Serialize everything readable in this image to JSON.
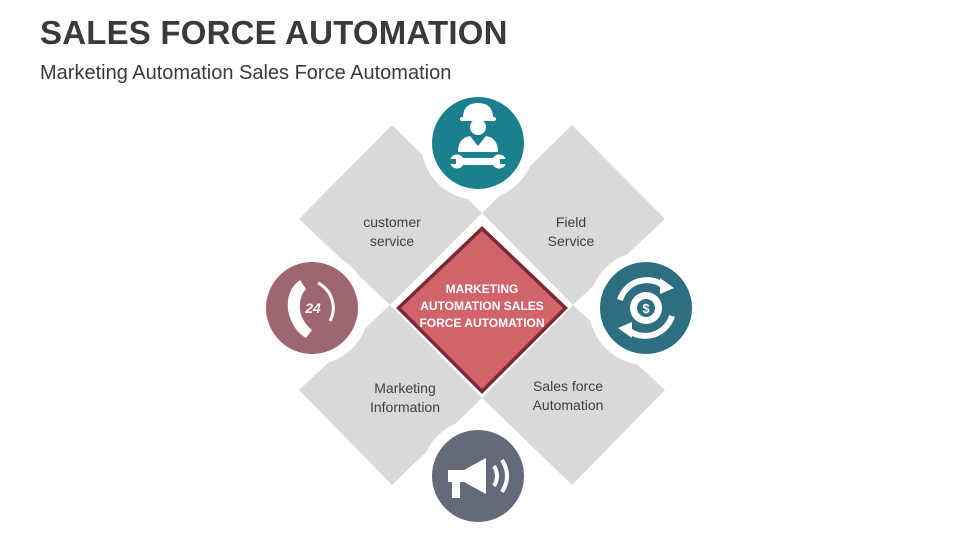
{
  "slide": {
    "title": "SALES FORCE AUTOMATION",
    "subtitle": "Marketing Automation Sales Force Automation"
  },
  "diagram": {
    "center_label_lines": [
      "MARKETING",
      "AUTOMATION SALES",
      "FORCE AUTOMATION"
    ],
    "quadrants": {
      "top_left": {
        "line1": "customer",
        "line2": "service"
      },
      "top_right": {
        "line1": "Field",
        "line2": "Service"
      },
      "bottom_left": {
        "line1": "Marketing",
        "line2": "Information"
      },
      "bottom_right": {
        "line1": "Sales force",
        "line2": "Automation"
      }
    },
    "nodes": {
      "top": {
        "icon": "engineer-wrench-icon",
        "color": "#1b7f8e"
      },
      "left": {
        "icon": "phone-24-icon",
        "color": "#a06670",
        "text": "24"
      },
      "right": {
        "icon": "dollar-gear-cycle-icon",
        "color": "#2d6e80"
      },
      "bottom": {
        "icon": "megaphone-icon",
        "color": "#646a7a"
      }
    },
    "colors": {
      "quadrant_fill": "#d9d9d9",
      "center_fill": "#d0646a",
      "center_border": "#7a2a32"
    }
  }
}
